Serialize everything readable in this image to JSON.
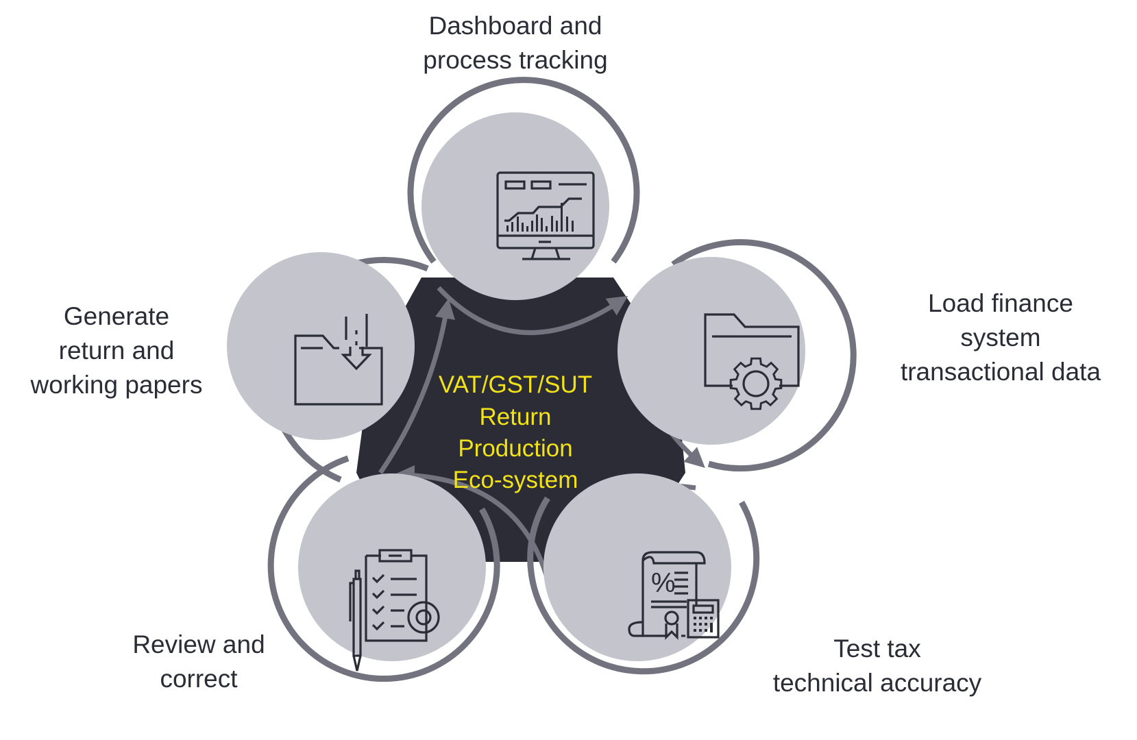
{
  "colors": {
    "background": "#ffffff",
    "hub": "#2b2c36",
    "node_fill": "#c3c4cc",
    "ring": "#737380",
    "center_text": "#f2e21a",
    "label_text": "#2b2d36"
  },
  "center": {
    "lines": [
      "VAT/GST/SUT",
      "Return",
      "Production",
      "Eco-system"
    ]
  },
  "steps": [
    {
      "id": "dashboard",
      "icon": "monitor-chart-icon",
      "label_lines": [
        "Dashboard and",
        "process tracking"
      ]
    },
    {
      "id": "load-data",
      "icon": "folder-gear-icon",
      "label_lines": [
        "Load finance",
        "system",
        "transactional data"
      ]
    },
    {
      "id": "test-tax",
      "icon": "tax-document-calculator-icon",
      "label_lines": [
        "Test tax",
        "technical accuracy"
      ]
    },
    {
      "id": "review",
      "icon": "clipboard-checklist-gear-icon",
      "label_lines": [
        "Review and",
        "correct"
      ]
    },
    {
      "id": "generate",
      "icon": "folder-download-icon",
      "label_lines": [
        "Generate",
        "return and",
        "working papers"
      ]
    }
  ]
}
